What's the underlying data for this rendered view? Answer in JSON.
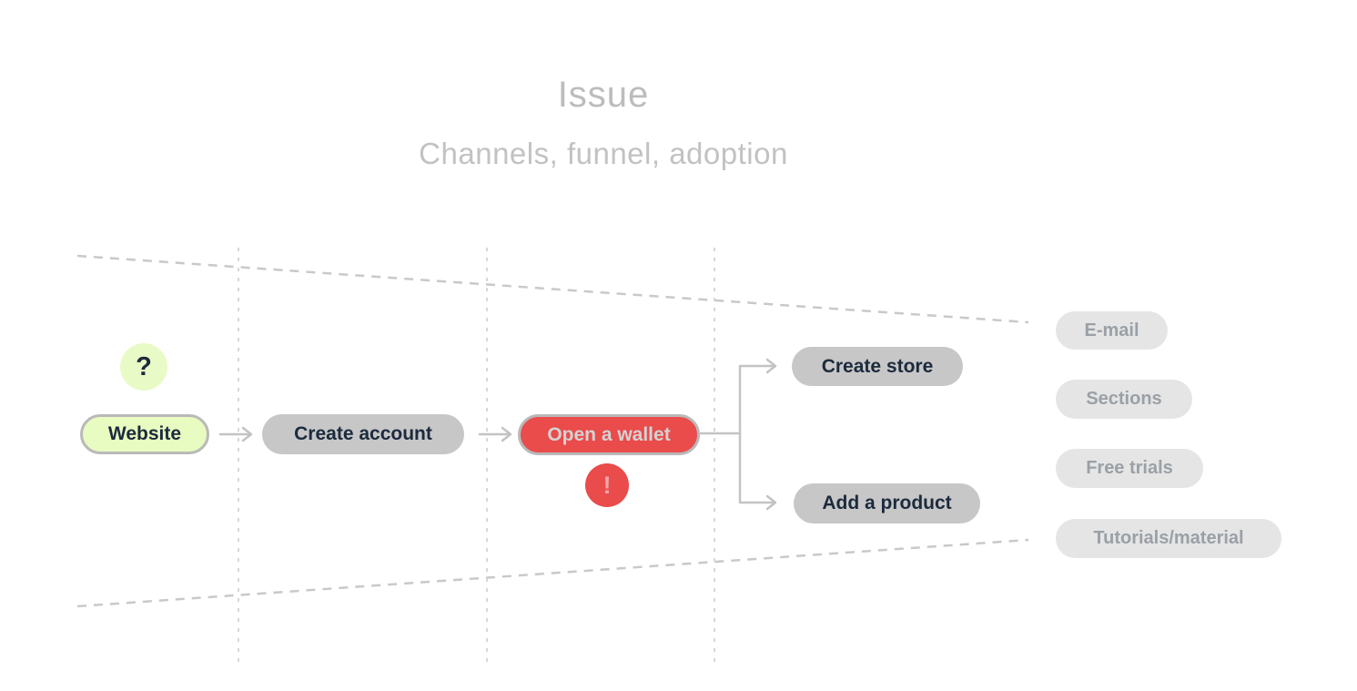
{
  "header": {
    "title": "Issue",
    "subtitle": "Channels, funnel, adoption"
  },
  "flow": {
    "question_badge": "?",
    "alert_badge": "!",
    "nodes": {
      "website": {
        "label": "Website"
      },
      "create_account": {
        "label": "Create account"
      },
      "open_wallet": {
        "label": "Open a wallet"
      },
      "create_store": {
        "label": "Create store"
      },
      "add_product": {
        "label": "Add a product"
      }
    }
  },
  "channels": [
    {
      "label": "E-mail"
    },
    {
      "label": "Sections"
    },
    {
      "label": "Free trials"
    },
    {
      "label": "Tutorials/material"
    }
  ],
  "colors": {
    "highlight_green": "#e8fbc0",
    "node_gray": "#c7c7c7",
    "alert_red": "#ea4b4b",
    "channel_gray": "#e5e5e5",
    "text_dark": "#1c2a3d",
    "text_on_red": "#d3d3d3",
    "channel_text": "#9aa0a6",
    "title_gray": "#bcbcbc",
    "line_gray": "#c9c9c9"
  }
}
